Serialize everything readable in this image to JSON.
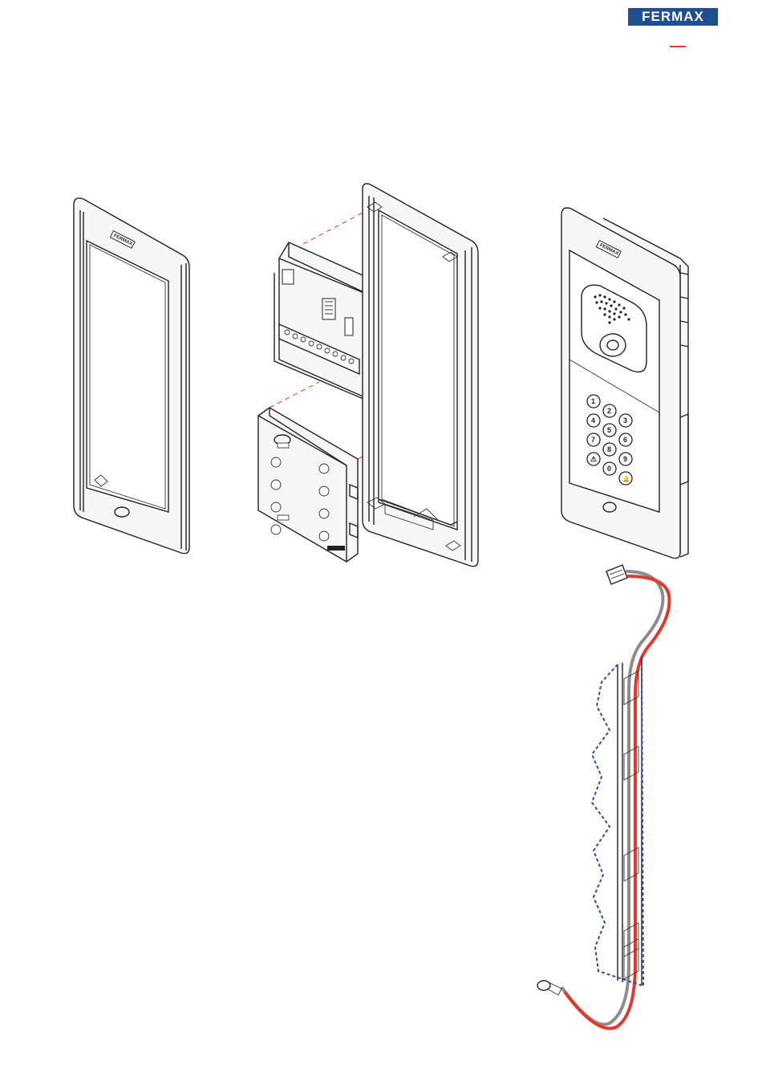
{
  "header": {
    "logo_text": "FERMAX",
    "brand_color": "#1f4e91",
    "accent_color": "#e2392b"
  },
  "illustration": {
    "frame_badge": "FERMAX",
    "panel_badge": "FERMAX",
    "keypad_keys": [
      "1",
      "2",
      "3",
      "4",
      "5",
      "6",
      "7",
      "8",
      "9",
      "⚠",
      "0",
      "🔔"
    ]
  }
}
